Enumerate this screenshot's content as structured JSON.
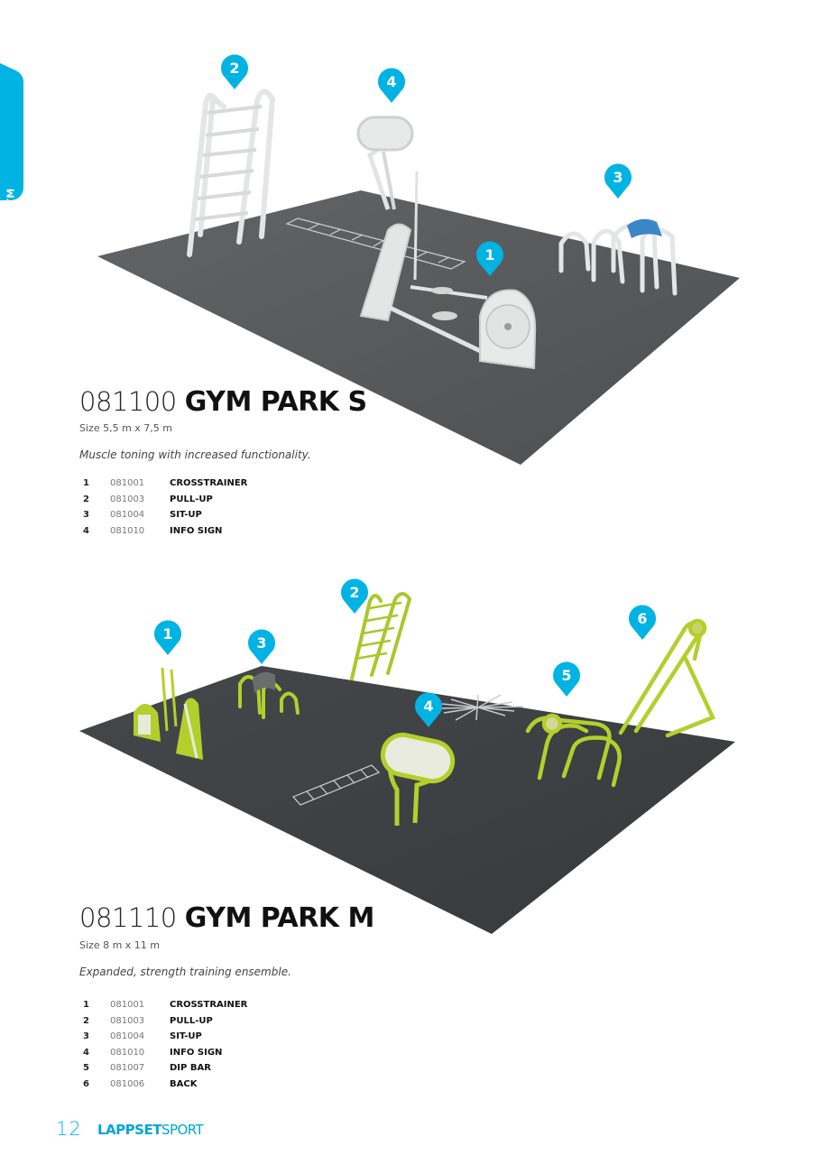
{
  "side_tab": {
    "label": "GYM",
    "color": "#00b3e3"
  },
  "colors": {
    "accent": "#00b3e3",
    "floor": "#5a5c5e",
    "floor_dark": "#3a3c3e",
    "equipment_light": "#e9ebea",
    "equipment_green": "#b4cf2c",
    "seat_blue": "#3a86c8"
  },
  "sections": [
    {
      "code": "081100",
      "name": "GYM PARK S",
      "size": "Size 5,5 m x 7,5 m",
      "description": "Muscle toning with increased functionality.",
      "pins": [
        "1",
        "2",
        "3",
        "4"
      ],
      "items": [
        {
          "num": "1",
          "code": "081001",
          "name": "CROSSTRAINER"
        },
        {
          "num": "2",
          "code": "081003",
          "name": "PULL-UP"
        },
        {
          "num": "3",
          "code": "081004",
          "name": "SIT-UP"
        },
        {
          "num": "4",
          "code": "081010",
          "name": "INFO SIGN"
        }
      ]
    },
    {
      "code": "081110",
      "name": "GYM PARK M",
      "size": "Size 8 m x 11 m",
      "description": "Expanded, strength training ensemble.",
      "pins": [
        "1",
        "2",
        "3",
        "4",
        "5",
        "6"
      ],
      "items": [
        {
          "num": "1",
          "code": "081001",
          "name": "CROSSTRAINER"
        },
        {
          "num": "2",
          "code": "081003",
          "name": "PULL-UP"
        },
        {
          "num": "3",
          "code": "081004",
          "name": "SIT-UP"
        },
        {
          "num": "4",
          "code": "081010",
          "name": "INFO SIGN"
        },
        {
          "num": "5",
          "code": "081007",
          "name": "DIP BAR"
        },
        {
          "num": "6",
          "code": "081006",
          "name": "BACK"
        }
      ]
    }
  ],
  "footer": {
    "page_number": "12",
    "brand_bold": "LAPPSET",
    "brand_light": "SPORT"
  }
}
